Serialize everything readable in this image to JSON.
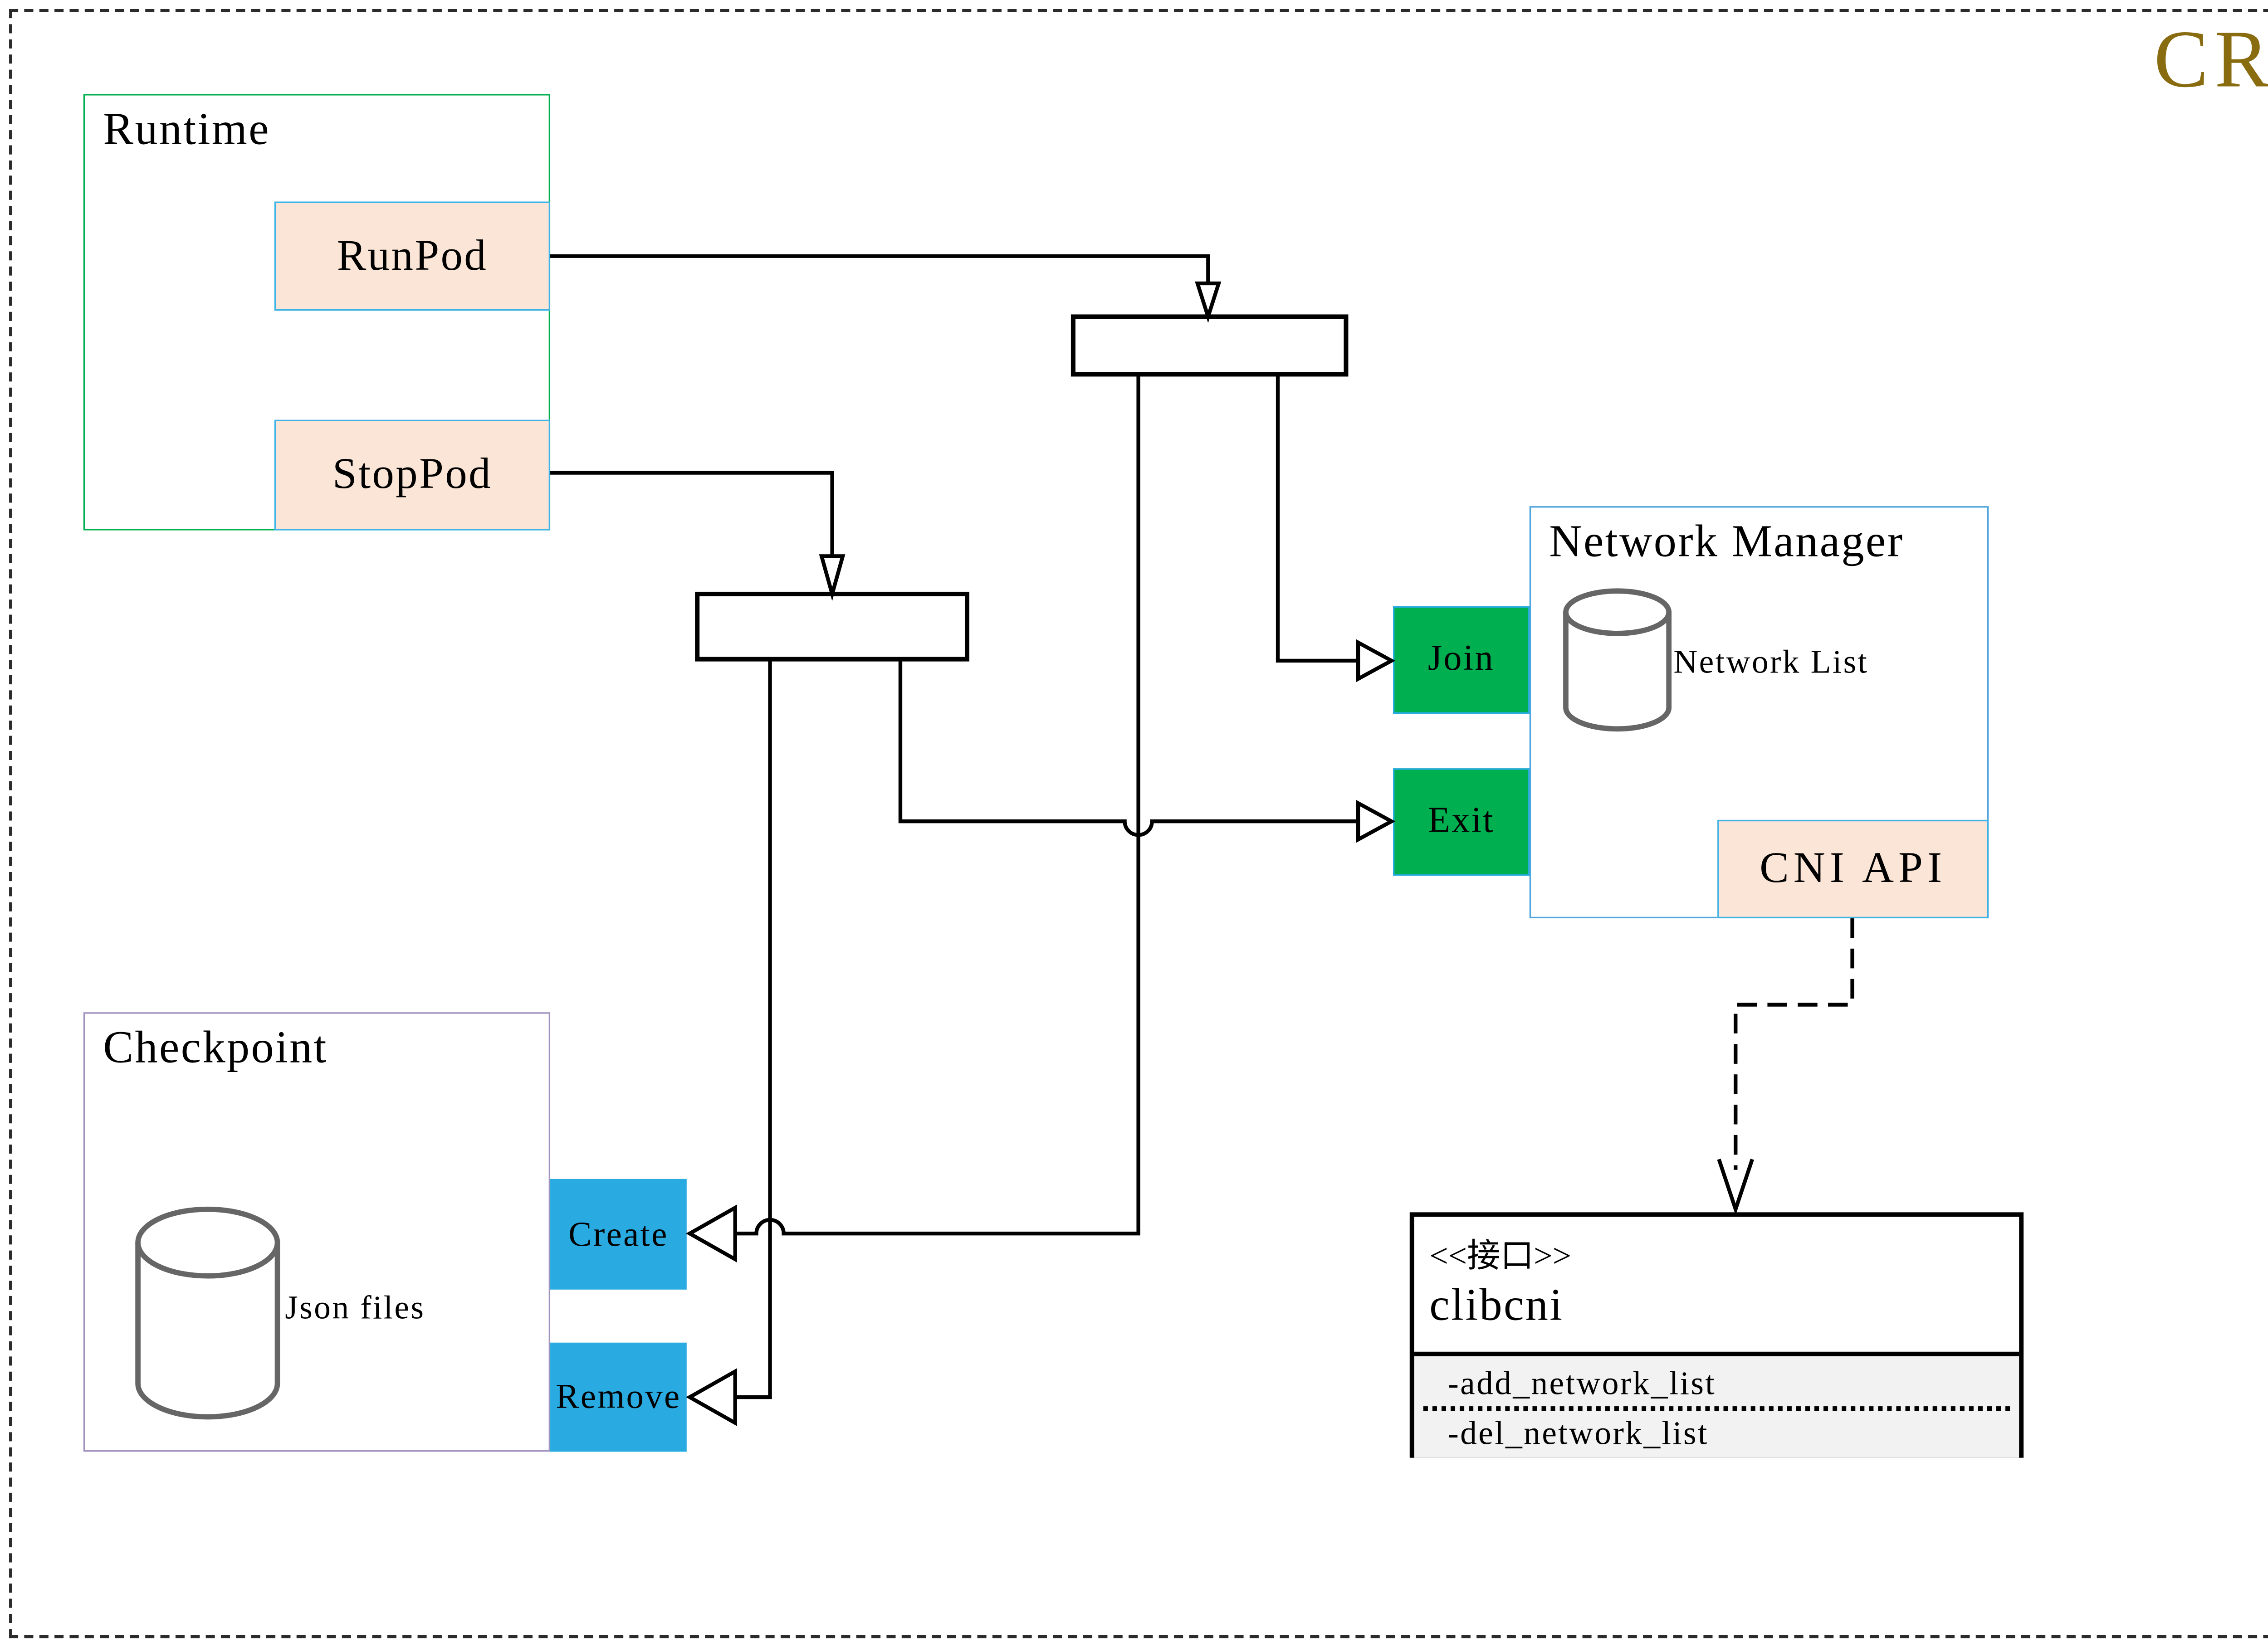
{
  "title": {
    "cri": "CRI"
  },
  "runtime": {
    "label": "Runtime",
    "runpod_label": "RunPod",
    "stoppod_label": "StopPod"
  },
  "checkpoint": {
    "label": "Checkpoint",
    "datastore_label": "Json files",
    "create_label": "Create",
    "remove_label": "Remove"
  },
  "network_manager": {
    "label": "Network Manager",
    "datastore_label": "Network List",
    "join_label": "Join",
    "exit_label": "Exit",
    "cni_api_label": "CNI API"
  },
  "clibcni": {
    "stereotype": "<<接口>>",
    "name": "clibcni",
    "methods": [
      "-add_network_list",
      "-del_network_list"
    ]
  },
  "icons": {
    "checkpoint_store": "database-cylinder-icon",
    "network_store": "database-cylinder-icon",
    "arrowheads": "open-arrowhead-icon"
  },
  "colors": {
    "title_gold": "#8A6C10",
    "green_fill": "#00B050",
    "cyan_fill": "#29ABE2",
    "peach_fill": "#FBE5D6",
    "runtime_border": "#00B050",
    "checkpoint_border": "#A393BF",
    "network_manager_border": "#4EA6DC",
    "interface_section_gray": "#F2F2F2",
    "line_color": "#000000"
  }
}
